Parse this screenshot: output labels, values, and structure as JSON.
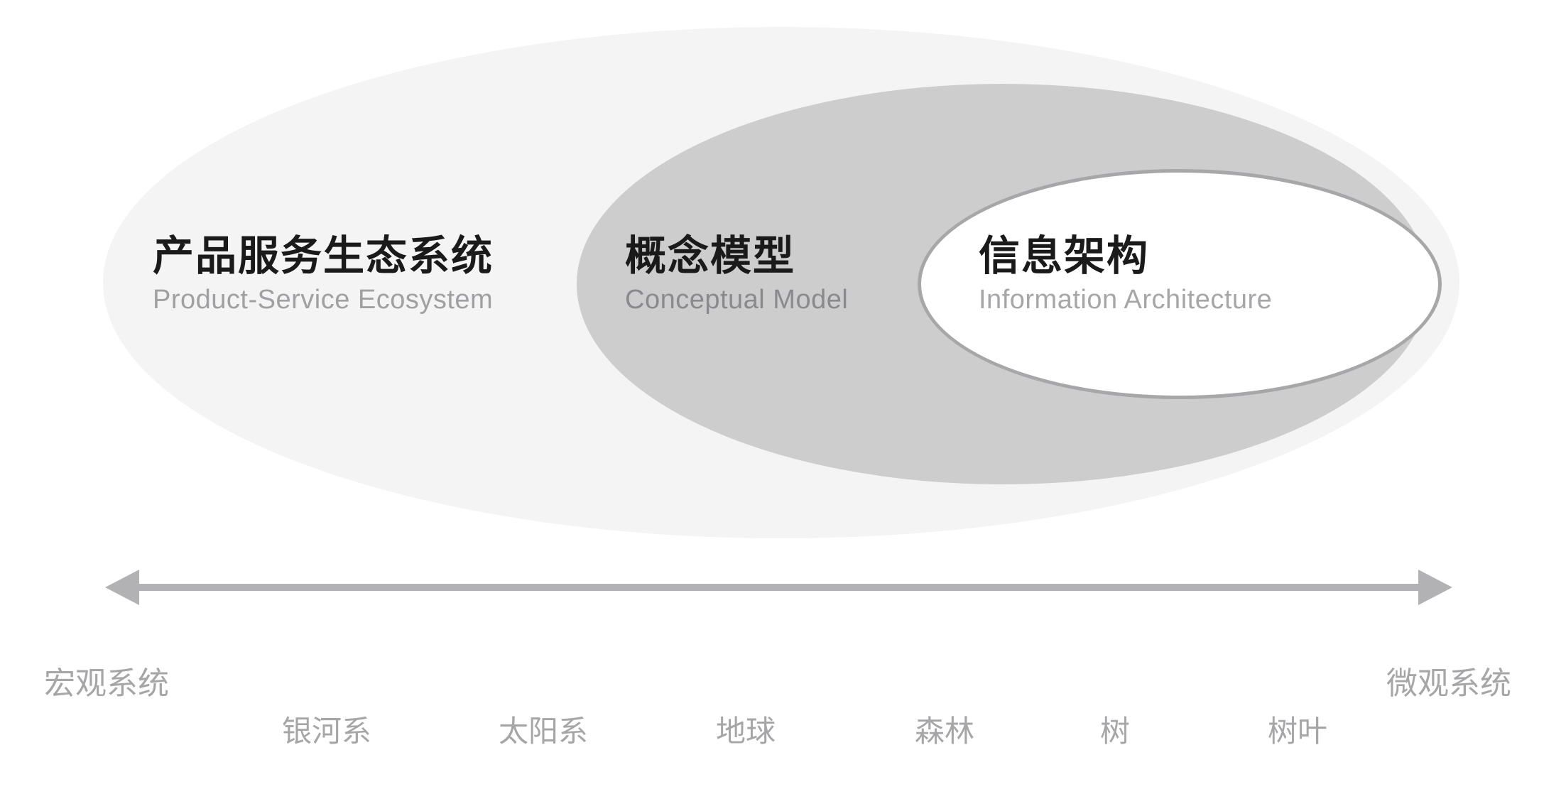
{
  "diagram": {
    "ellipses": [
      {
        "zh": "产品服务生态系统",
        "en": "Product-Service Ecosystem",
        "fill": "#f4f4f5"
      },
      {
        "zh": "概念模型",
        "en": "Conceptual Model",
        "fill": "#cdcdce"
      },
      {
        "zh": "信息架构",
        "en": "Information Architecture",
        "fill": "#ffffff",
        "border": "#a7a7aa"
      }
    ],
    "colors": {
      "title_text": "#1a1a1a",
      "subtitle_text": "#9b9b9e",
      "arrow": "#b2b2b5",
      "axis_text": "#a6a6a9",
      "background": "#ffffff"
    }
  },
  "axis": {
    "left_label": "宏观系统",
    "right_label": "微观系统",
    "scale": [
      "银河系",
      "太阳系",
      "地球",
      "森林",
      "树",
      "树叶"
    ]
  }
}
